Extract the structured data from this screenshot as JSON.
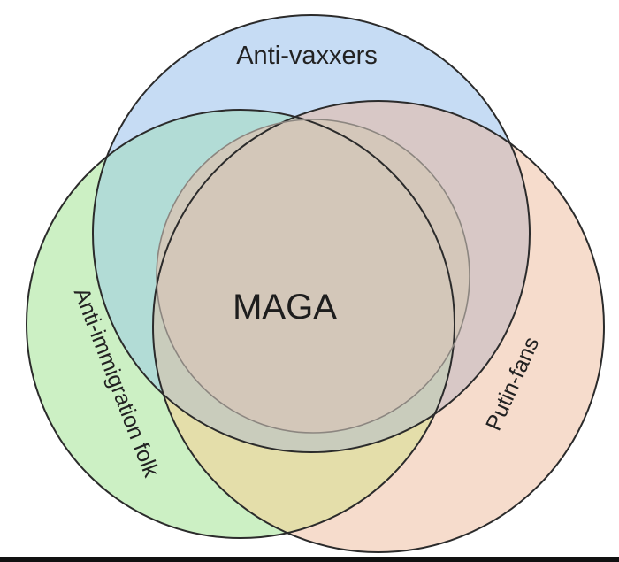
{
  "diagram": {
    "type": "venn",
    "sets": [
      {
        "label": "Anti-vaxxers",
        "color": "#c6dcf4"
      },
      {
        "label": "Anti-immigration folk",
        "color": "#ccf0c4"
      },
      {
        "label": "Putin-fans",
        "color": "#f6dccc"
      },
      {
        "label": "MAGA",
        "color": "#d4c6b8"
      }
    ],
    "outline_color": "#2b2b2b"
  }
}
